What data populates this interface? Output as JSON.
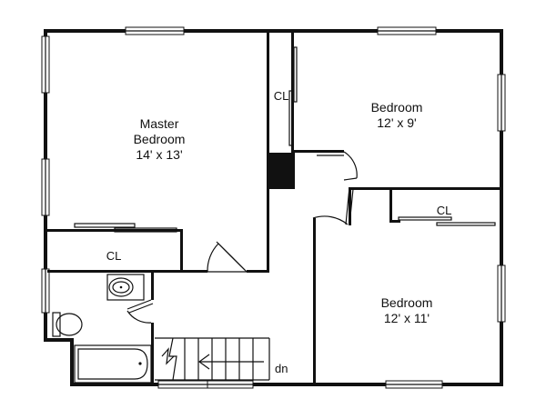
{
  "rooms": {
    "master_bedroom": {
      "line1": "Master",
      "line2": "Bedroom",
      "size": "14' x 13'"
    },
    "bedroom_1": {
      "name": "Bedroom",
      "size": "12' x 9'"
    },
    "bedroom_2": {
      "name": "Bedroom",
      "size": "12' x 11'"
    }
  },
  "closets": {
    "master_closet": "CL",
    "bedroom_1_closet": "CL",
    "bedroom_2_closet": "CL"
  },
  "stairs": {
    "direction": "dn"
  }
}
